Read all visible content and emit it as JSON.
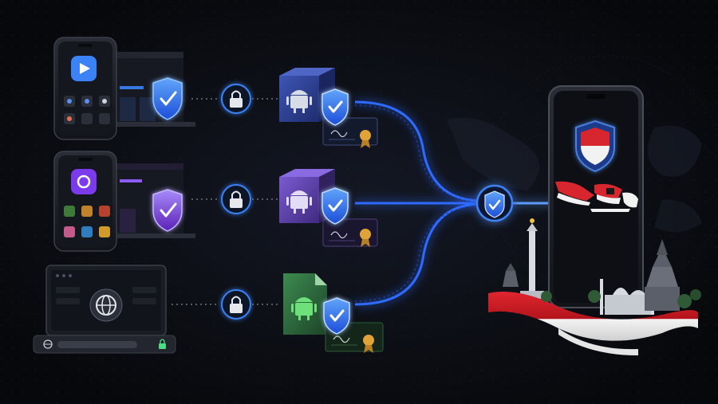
{
  "colors": {
    "background": "#0b0c10",
    "shield_blue": "#3b82f6",
    "shield_purple": "#8b5cf6",
    "flow_glow": "#2f6bff",
    "package_blue": "#2d3f8f",
    "package_purple": "#5b3ea6",
    "file_green": "#2f6b3e",
    "indonesia_red": "#d7262e",
    "indonesia_white": "#f2f2f2",
    "seal_gold": "#e0a33a"
  },
  "rows": [
    {
      "name": "row-1",
      "device": "phone",
      "package": "box",
      "accent": "blue"
    },
    {
      "name": "row-2",
      "device": "phone",
      "package": "box",
      "accent": "purple"
    },
    {
      "name": "row-3",
      "device": "laptop",
      "package": "file",
      "accent": "green"
    }
  ],
  "icons": {
    "left_shields": [
      "shield-check-icon",
      "shield-check-icon"
    ],
    "locks": [
      "lock-icon",
      "lock-icon",
      "lock-icon"
    ],
    "android": [
      "android-icon",
      "android-icon",
      "android-icon"
    ],
    "certificates": [
      "certificate-icon",
      "certificate-icon",
      "certificate-icon"
    ],
    "hub": "shield-check-icon",
    "target": "indonesia-flag-shield-icon",
    "globe": "globe-icon"
  }
}
